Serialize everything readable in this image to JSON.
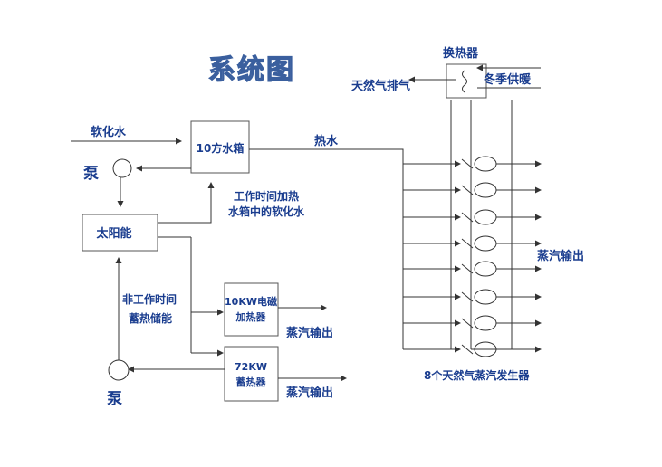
{
  "title": "系统图",
  "labels": {
    "soft_water": "软化水",
    "pump": "泵",
    "tank": "10方水箱",
    "hot_water": "热水",
    "heat_exchanger": "换热器",
    "gas_exhaust": "天然气排气",
    "winter_heating": "冬季供暖",
    "solar": "太阳能",
    "work_heat_line1": "工作时间加热",
    "work_heat_line2": "水箱中的软化水",
    "nonwork_line1": "非工作时间",
    "nonwork_line2": "蓄热储能",
    "em_heater_line1": "10KW电磁",
    "em_heater_line2": "加热器",
    "storage_line1": "72KW",
    "storage_line2": "蓄热器",
    "steam_out": "蒸汽输出",
    "generators": "8个天然气蒸汽发生器"
  },
  "colors": {
    "text": "#1a3d8f",
    "title_fill": "#dfe6f3",
    "title_stroke": "#3a5f9e",
    "line": "#333333"
  }
}
